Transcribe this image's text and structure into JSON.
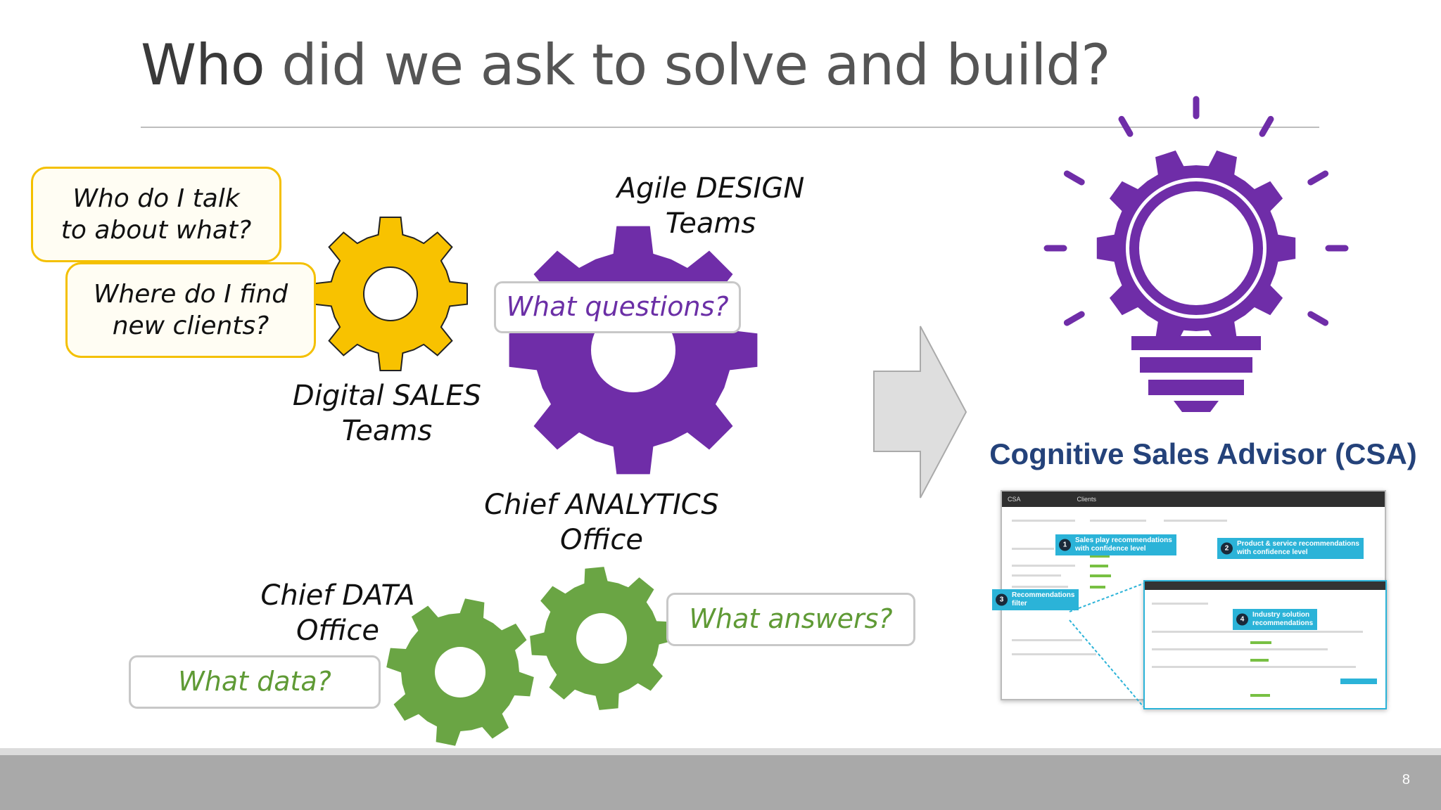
{
  "slide": {
    "title_strong": "Who",
    "title_rest": " did we ask to solve and build?",
    "page_number": "8"
  },
  "teams": {
    "sales": {
      "line1": "Digital SALES",
      "line2": "Teams",
      "color": "#f8c200"
    },
    "design": {
      "line1": "Agile DESIGN",
      "line2": "Teams",
      "color": "#6f2da8"
    },
    "analytics": {
      "line1": "Chief ANALYTICS",
      "line2": "Office",
      "color": "#6aa544"
    },
    "data": {
      "line1": "Chief DATA",
      "line2": "Office",
      "color": "#6aa544"
    }
  },
  "bubbles": {
    "talk": {
      "line1": "Who do I talk",
      "line2": "to about what?"
    },
    "find": {
      "line1": "Where do I find",
      "line2": "new clients?"
    },
    "questions": "What questions?",
    "answers": "What answers?",
    "data": "What data?"
  },
  "result": {
    "title": "Cognitive Sales Advisor (CSA)",
    "bulb_color": "#6f2da8"
  },
  "screenshot": {
    "app_name": "CSA",
    "tab": "Clients",
    "callouts": [
      {
        "num": "1",
        "text1": "Sales play recommendations",
        "text2": "with confidence level"
      },
      {
        "num": "2",
        "text1": "Product & service recommendations",
        "text2": "with confidence level"
      },
      {
        "num": "3",
        "text1": "Recommendations",
        "text2": "filter"
      },
      {
        "num": "4",
        "text1": "Industry solution",
        "text2": "recommendations"
      }
    ]
  }
}
